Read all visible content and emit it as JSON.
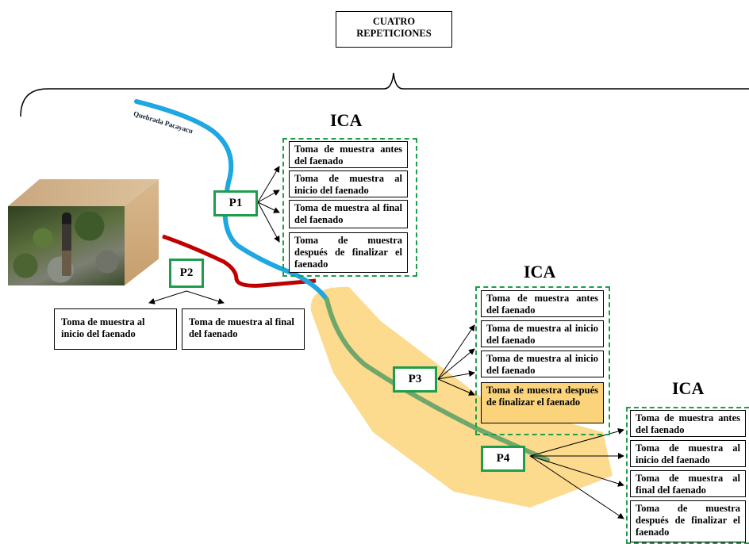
{
  "header": {
    "line1": "CUATRO",
    "line2": "REPETICIONES"
  },
  "stream": {
    "label": "Quebrada Pacayacu"
  },
  "ica": {
    "p1": "ICA",
    "p3": "ICA",
    "p4": "ICA"
  },
  "points": {
    "p1": "P1",
    "p2": "P2",
    "p3": "P3",
    "p4": "P4"
  },
  "p1_boxes": [
    "Toma de muestra antes del faenado",
    "Toma de muestra al inicio del faenado",
    "Toma de muestra al final del faenado",
    "Toma de muestra después de finalizar el faenado"
  ],
  "p2_boxes": [
    "Toma de muestra al inicio del faenado",
    "Toma de muestra al final del faenado"
  ],
  "p3_boxes": [
    "Toma de muestra antes del faenado",
    "Toma de muestra al inicio del faenado",
    "Toma de muestra al inicio del faenado",
    "Toma de muestra después de finalizar el faenado"
  ],
  "p4_boxes": [
    "Toma de muestra antes del faenado",
    "Toma de muestra al inicio del faenado",
    "Toma de muestra al final del faenado",
    "Toma de muestra después de finalizar el faenado"
  ],
  "colors": {
    "stream": "#1ea7e1",
    "effluent": "#c00000",
    "impact_zone": "#fbd37a",
    "downstream": "#6fa86a",
    "point_border": "#1e9e4a"
  }
}
